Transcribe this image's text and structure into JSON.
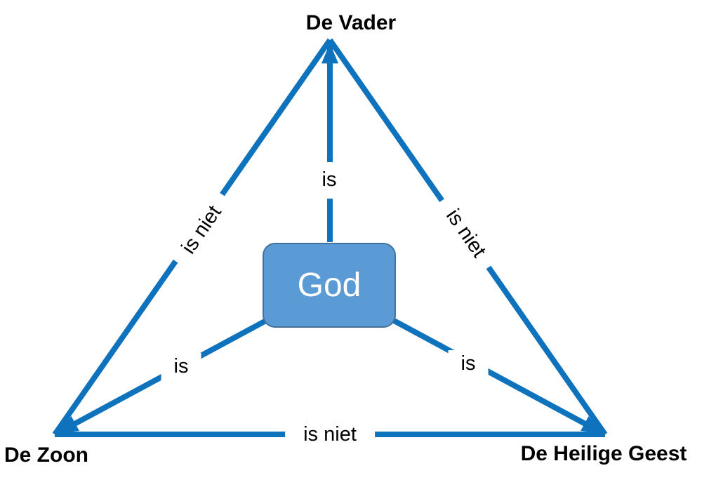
{
  "colors": {
    "background": "#ffffff",
    "line": "#0e72bd",
    "box_fill": "#5b9bd5",
    "box_border": "#41719c",
    "box_text": "#ffffff",
    "label_text": "#000000"
  },
  "nodes": {
    "father": {
      "label": "De Vader"
    },
    "son": {
      "label": "De Zoon"
    },
    "holy_spirit": {
      "label": "De Heilige Geest"
    },
    "god": {
      "label": "God"
    }
  },
  "edges": {
    "father_son": {
      "label": "is niet"
    },
    "father_holy_spirit": {
      "label": "is niet"
    },
    "son_holy_spirit": {
      "label": "is niet"
    },
    "god_father": {
      "label": "is"
    },
    "god_son": {
      "label": "is"
    },
    "god_holy_spirit": {
      "label": "is"
    }
  }
}
